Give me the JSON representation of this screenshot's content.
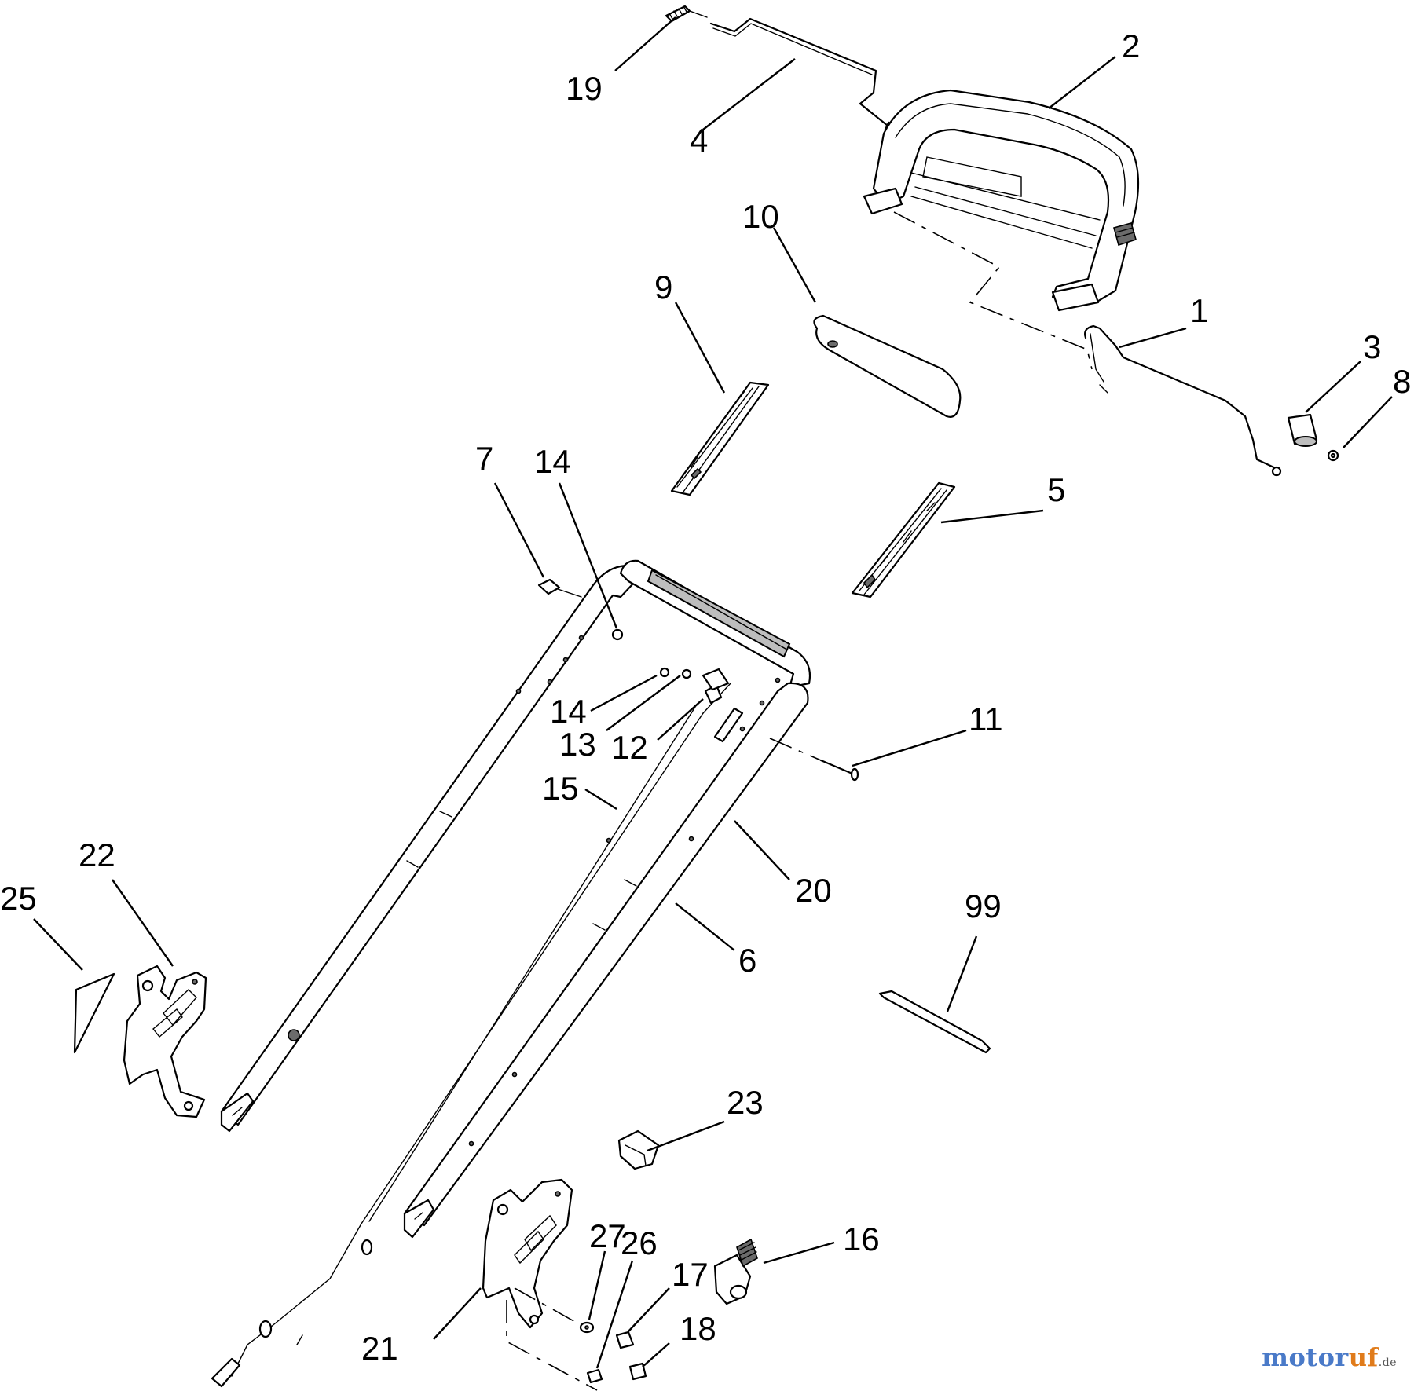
{
  "diagram": {
    "callouts": {
      "c1": "1",
      "c2": "2",
      "c3": "3",
      "c4": "4",
      "c5": "5",
      "c6": "6",
      "c7": "7",
      "c8": "8",
      "c9": "9",
      "c10": "10",
      "c11": "11",
      "c12": "12",
      "c13": "13",
      "c14a": "14",
      "c14b": "14",
      "c15": "15",
      "c16": "16",
      "c17": "17",
      "c18": "18",
      "c19": "19",
      "c20": "20",
      "c21": "21",
      "c22": "22",
      "c23": "23",
      "c25": "25",
      "c26": "26",
      "c27": "27",
      "c99": "99"
    }
  },
  "watermark": {
    "brand_main": "motor",
    "brand_accent": "uf",
    "brand_suffix": ".de"
  }
}
